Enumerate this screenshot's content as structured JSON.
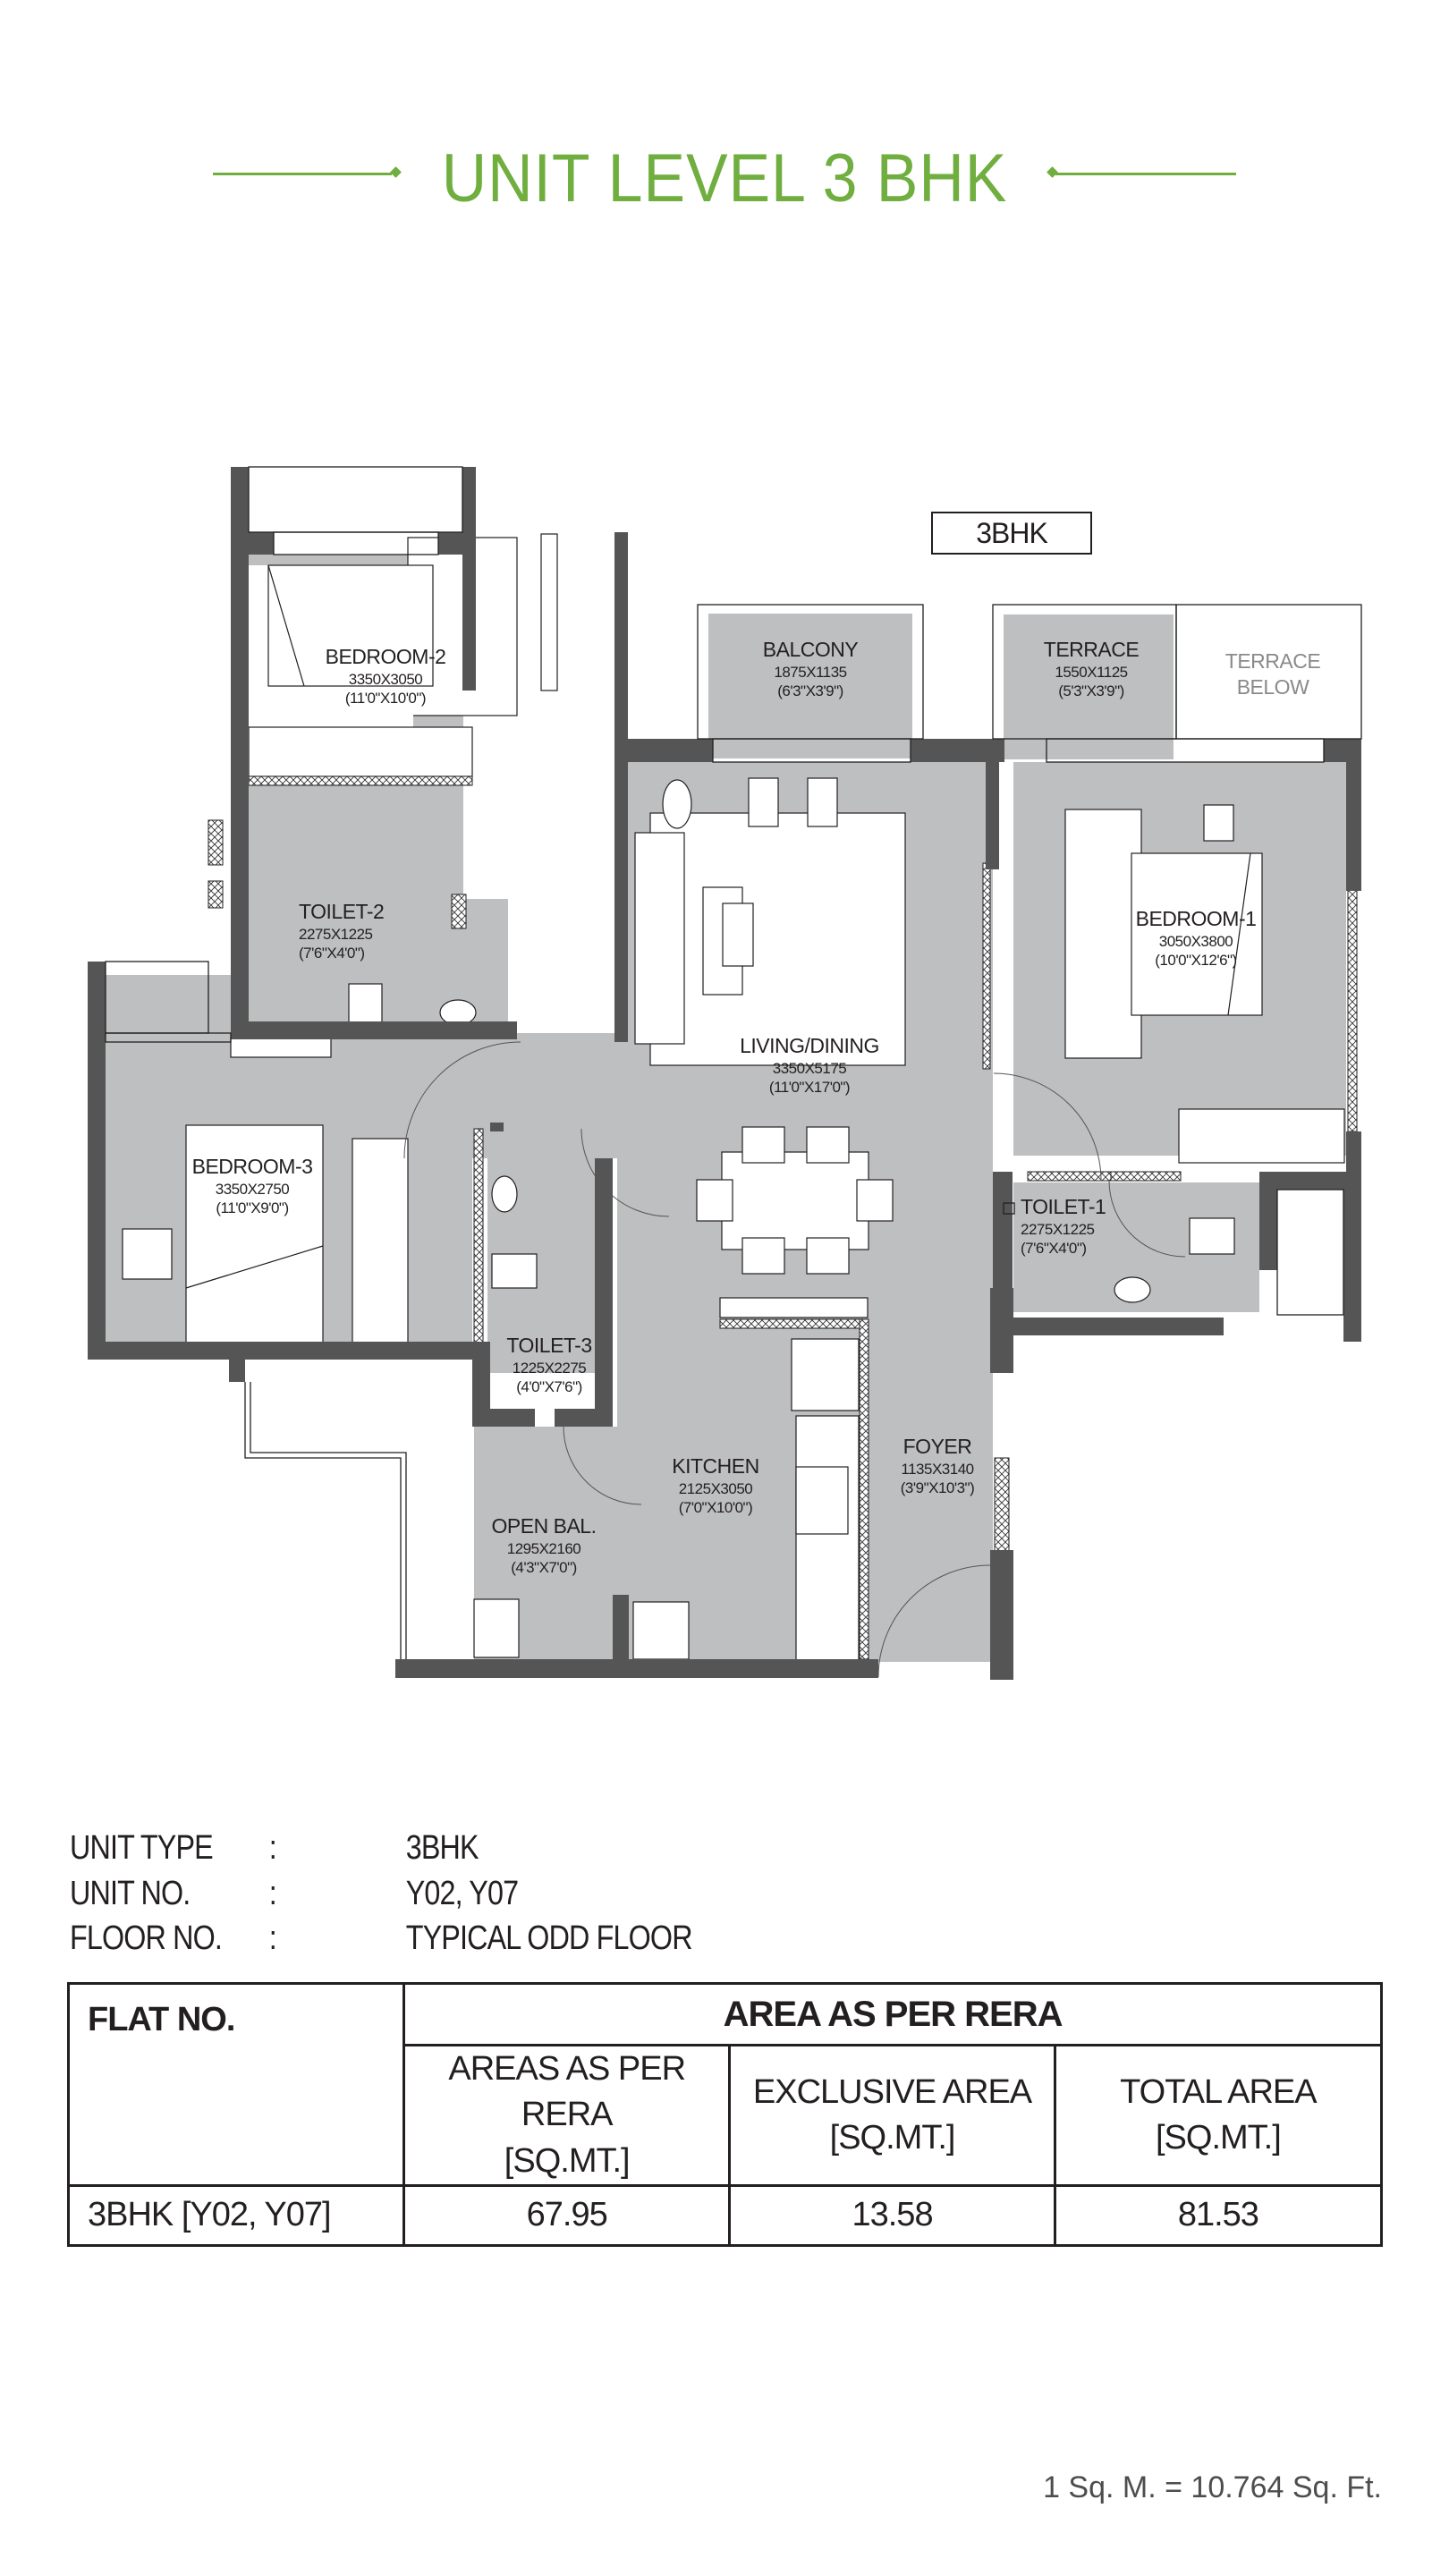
{
  "title": "UNIT LEVEL 3 BHK",
  "colors": {
    "accent_green": "#6fae3f",
    "wall": "#555555",
    "floor_gray": "#bebfc0",
    "text": "#231f20"
  },
  "plan": {
    "unit_tag": "3BHK",
    "rooms": [
      {
        "id": "bedroom-2",
        "name": "BEDROOM-2",
        "metric": "3350X3050",
        "imperial": "(11'0\"X10'0\")"
      },
      {
        "id": "balcony",
        "name": "BALCONY",
        "metric": "1875X1135",
        "imperial": "(6'3\"X3'9\")"
      },
      {
        "id": "terrace",
        "name": "TERRACE",
        "metric": "1550X1125",
        "imperial": "(5'3\"X3'9\")"
      },
      {
        "id": "terrace-below",
        "name": "TERRACE",
        "name2": "BELOW"
      },
      {
        "id": "toilet-2",
        "name": "TOILET-2",
        "metric": "2275X1225",
        "imperial": "(7'6\"X4'0\")"
      },
      {
        "id": "living-dining",
        "name": "LIVING/DINING",
        "metric": "3350X5175",
        "imperial": "(11'0\"X17'0\")"
      },
      {
        "id": "bedroom-1",
        "name": "BEDROOM-1",
        "metric": "3050X3800",
        "imperial": "(10'0\"X12'6\")"
      },
      {
        "id": "bedroom-3",
        "name": "BEDROOM-3",
        "metric": "3350X2750",
        "imperial": "(11'0\"X9'0\")"
      },
      {
        "id": "toilet-1",
        "name": "TOILET-1",
        "metric": "2275X1225",
        "imperial": "(7'6\"X4'0\")"
      },
      {
        "id": "toilet-3",
        "name": "TOILET-3",
        "metric": "1225X2275",
        "imperial": "(4'0\"X7'6\")"
      },
      {
        "id": "kitchen",
        "name": "KITCHEN",
        "metric": "2125X3050",
        "imperial": "(7'0\"X10'0\")"
      },
      {
        "id": "foyer",
        "name": "FOYER",
        "metric": "1135X3140",
        "imperial": "(3'9\"X10'3\")"
      },
      {
        "id": "open-balcony",
        "name": "OPEN BAL.",
        "metric": "1295X2160",
        "imperial": "(4'3\"X7'0\")"
      }
    ]
  },
  "info": [
    {
      "label": "UNIT TYPE",
      "sep": ":",
      "value": "3BHK"
    },
    {
      "label": "UNIT NO.",
      "sep": ":",
      "value": "Y02, Y07"
    },
    {
      "label": "FLOOR NO.",
      "sep": ":",
      "value": "TYPICAL ODD FLOOR"
    }
  ],
  "table": {
    "flat_header": "FLAT NO.",
    "group_header": "AREA AS PER RERA",
    "columns": [
      {
        "line1": "AREAS AS PER RERA",
        "line2": "[SQ.MT.]"
      },
      {
        "line1": "EXCLUSIVE AREA",
        "line2": "[SQ.MT.]"
      },
      {
        "line1": "TOTAL AREA",
        "line2": "[SQ.MT.]"
      }
    ],
    "rows": [
      {
        "flat": "3BHK [Y02, Y07]",
        "values": [
          "67.95",
          "13.58",
          "81.53"
        ]
      }
    ]
  },
  "footnote": "1 Sq. M. = 10.764 Sq. Ft."
}
